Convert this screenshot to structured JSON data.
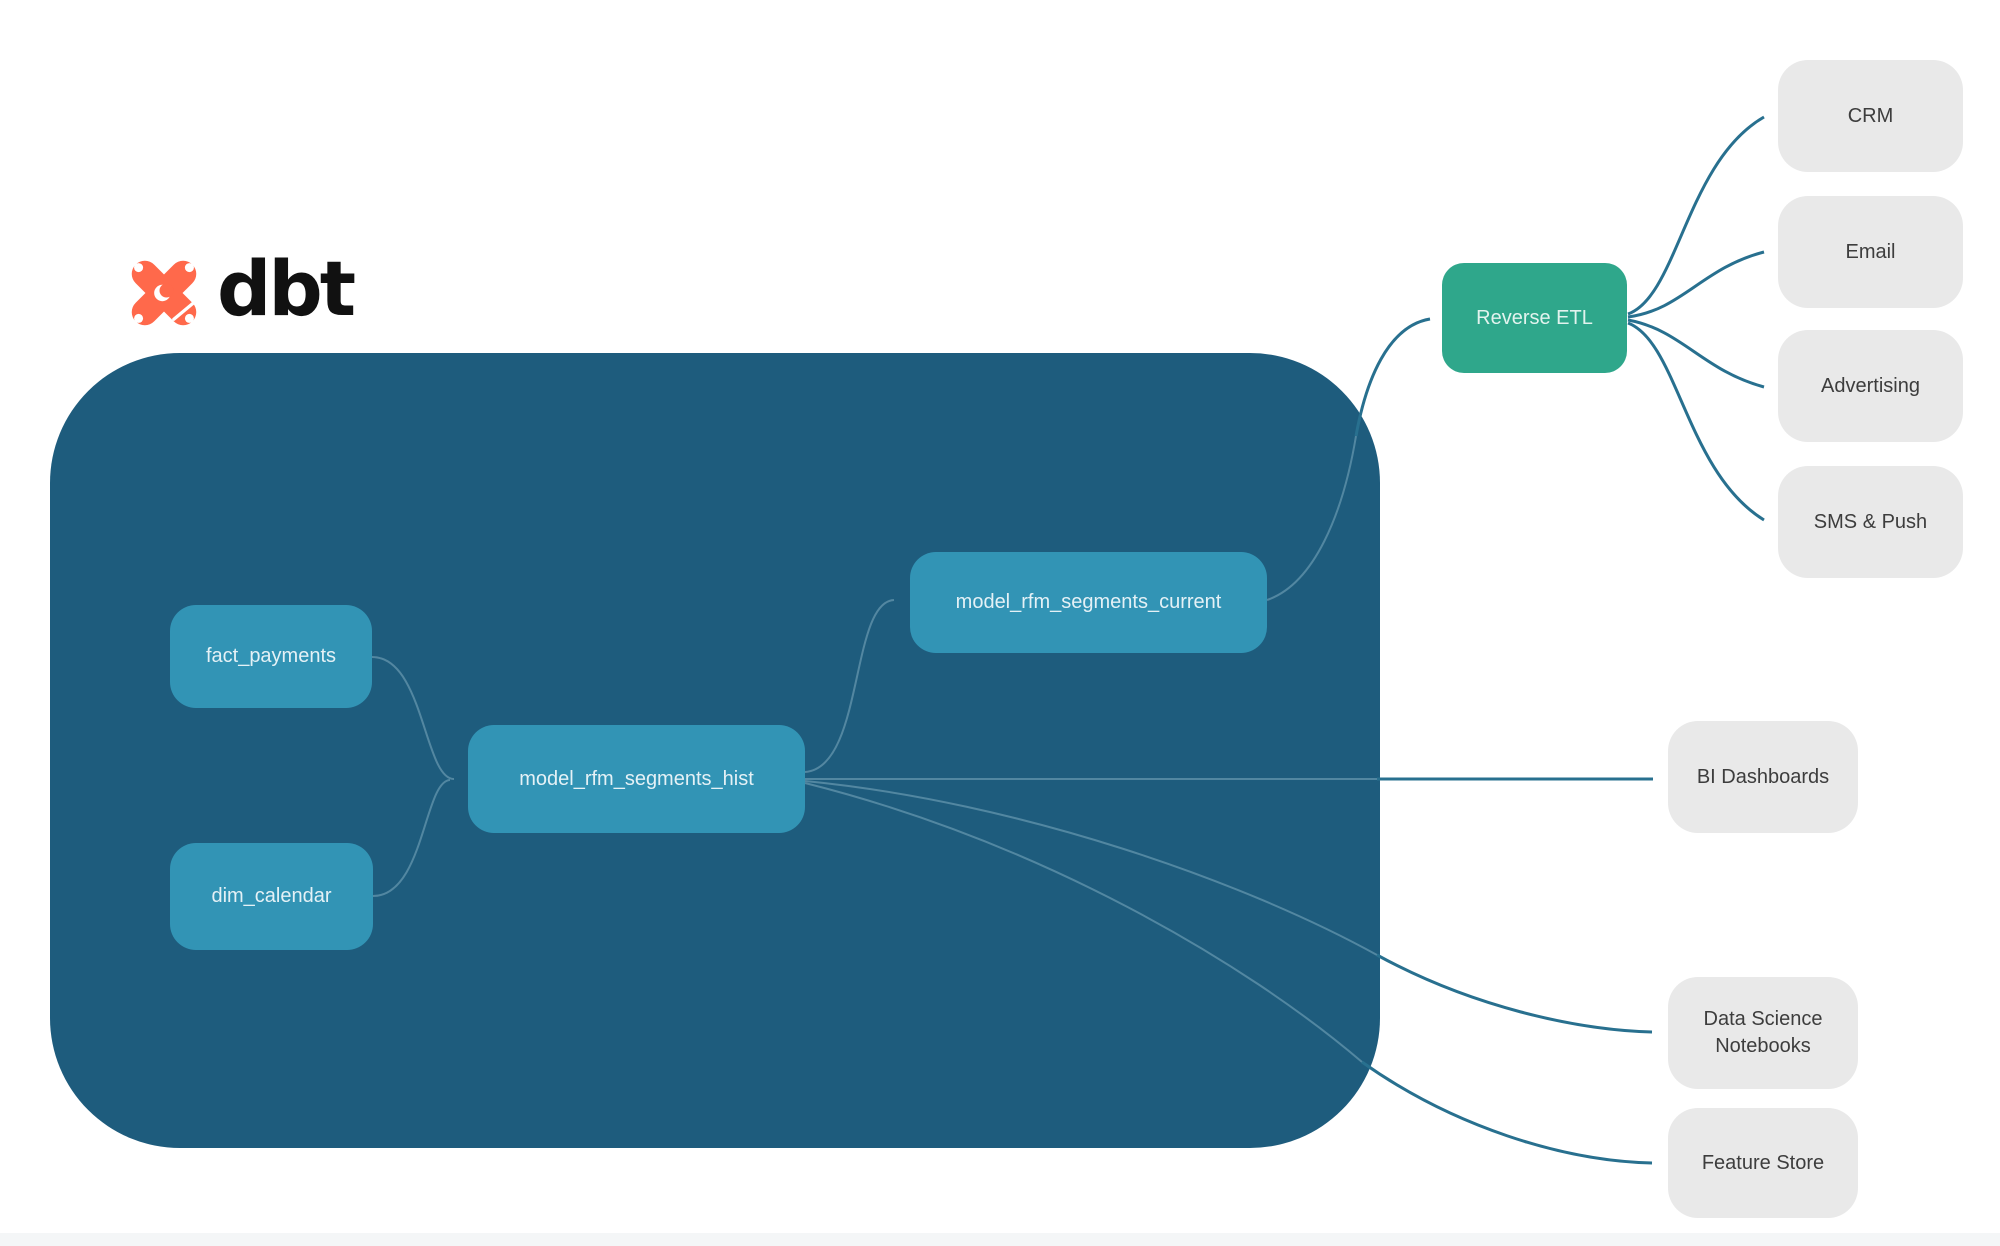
{
  "logo": {
    "wordmark": "dbt"
  },
  "nodes": {
    "fact_payments": {
      "label": "fact_payments"
    },
    "dim_calendar": {
      "label": "dim_calendar"
    },
    "model_rfm_segments_hist": {
      "label": "model_rfm_segments_hist"
    },
    "model_rfm_segments_current": {
      "label": "model_rfm_segments_current"
    },
    "reverse_etl": {
      "label": "Reverse ETL"
    },
    "crm": {
      "label": "CRM"
    },
    "email": {
      "label": "Email"
    },
    "advertising": {
      "label": "Advertising"
    },
    "sms_push": {
      "label": "SMS & Push"
    },
    "bi_dashboards": {
      "label": "BI Dashboards"
    },
    "data_science_notebooks": {
      "label": "Data Science Notebooks"
    },
    "feature_store": {
      "label": "Feature Store"
    }
  },
  "edges": [
    {
      "from": "fact_payments",
      "to": "model_rfm_segments_hist"
    },
    {
      "from": "dim_calendar",
      "to": "model_rfm_segments_hist"
    },
    {
      "from": "model_rfm_segments_hist",
      "to": "model_rfm_segments_current"
    },
    {
      "from": "model_rfm_segments_current",
      "to": "reverse_etl"
    },
    {
      "from": "reverse_etl",
      "to": "crm"
    },
    {
      "from": "reverse_etl",
      "to": "email"
    },
    {
      "from": "reverse_etl",
      "to": "advertising"
    },
    {
      "from": "reverse_etl",
      "to": "sms_push"
    },
    {
      "from": "model_rfm_segments_hist",
      "to": "bi_dashboards"
    },
    {
      "from": "model_rfm_segments_hist",
      "to": "data_science_notebooks"
    },
    {
      "from": "model_rfm_segments_hist",
      "to": "feature_store"
    }
  ],
  "colors": {
    "canvas-bg": "#ffffff",
    "warehouse-bg": "#1E5C7D",
    "model-node-bg": "#3294B5",
    "model-node-text": "#E4F1F6",
    "reverse-etl-bg": "#2FA78B",
    "reverse-etl-text": "#E2F3EE",
    "dest-node-bg": "#E9E9E9",
    "dest-node-text": "#3D3D3D",
    "arrow-dark": "#28708F",
    "arrow-dim": "#9CC4D4",
    "brand-orange": "#FF694B",
    "wordmark-color": "#111111",
    "footer-band": "#F4F6F7"
  }
}
